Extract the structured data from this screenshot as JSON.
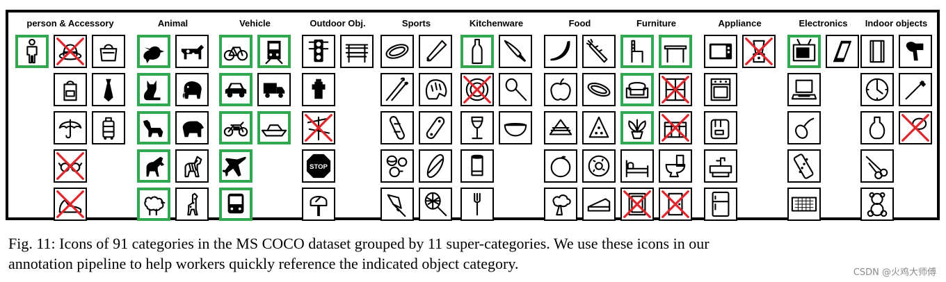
{
  "figure": {
    "groups": [
      {
        "title": "person & Accessory",
        "cols": 3,
        "items": [
          {
            "icon": "person-icon",
            "highlight": true
          },
          {
            "icon": "hat-icon",
            "crossed": true
          },
          {
            "icon": "bag-icon"
          },
          {
            "icon": "empty",
            "skip": true
          },
          {
            "icon": "backpack-icon"
          },
          {
            "icon": "tie-icon"
          },
          {
            "icon": "empty",
            "skip": true
          },
          {
            "icon": "umbrella-icon"
          },
          {
            "icon": "suitcase-icon"
          },
          {
            "icon": "empty",
            "skip": true
          },
          {
            "icon": "eyeglasses-icon",
            "crossed": true
          },
          {
            "icon": "empty",
            "skip": true
          },
          {
            "icon": "empty",
            "skip": true
          },
          {
            "icon": "shoe-icon",
            "crossed": true
          }
        ]
      },
      {
        "title": "Animal",
        "cols": 2,
        "items": [
          {
            "icon": "bird-icon",
            "highlight": true
          },
          {
            "icon": "cow-icon"
          },
          {
            "icon": "cat-icon",
            "highlight": true
          },
          {
            "icon": "elephant-icon"
          },
          {
            "icon": "dog-icon",
            "highlight": true
          },
          {
            "icon": "bear-icon"
          },
          {
            "icon": "horse-icon",
            "highlight": true
          },
          {
            "icon": "zebra-icon"
          },
          {
            "icon": "sheep-icon",
            "highlight": true
          },
          {
            "icon": "giraffe-icon"
          }
        ]
      },
      {
        "title": "Vehicle",
        "cols": 2,
        "items": [
          {
            "icon": "bicycle-icon",
            "highlight": true
          },
          {
            "icon": "train-icon",
            "highlight": true
          },
          {
            "icon": "car-icon",
            "highlight": true
          },
          {
            "icon": "truck-icon"
          },
          {
            "icon": "motorcycle-icon",
            "highlight": true
          },
          {
            "icon": "boat-icon",
            "highlight": true
          },
          {
            "icon": "airplane-icon",
            "highlight": true
          },
          {
            "icon": "empty",
            "skip": true
          },
          {
            "icon": "bus-icon",
            "highlight": true
          }
        ]
      },
      {
        "title": "Outdoor Obj.",
        "cols": 2,
        "items": [
          {
            "icon": "traffic-light-icon"
          },
          {
            "icon": "bench-icon"
          },
          {
            "icon": "fire-hydrant-icon"
          },
          {
            "icon": "empty",
            "skip": true
          },
          {
            "icon": "street-sign-icon",
            "crossed": true
          },
          {
            "icon": "empty",
            "skip": true
          },
          {
            "icon": "stop-sign-icon",
            "text": "STOP"
          },
          {
            "icon": "empty",
            "skip": true
          },
          {
            "icon": "parking-meter-icon"
          }
        ]
      },
      {
        "title": "Sports",
        "cols": 2,
        "items": [
          {
            "icon": "frisbee-icon"
          },
          {
            "icon": "baseball-bat-icon"
          },
          {
            "icon": "skis-icon"
          },
          {
            "icon": "baseball-glove-icon"
          },
          {
            "icon": "snowboard-icon"
          },
          {
            "icon": "skateboard-icon"
          },
          {
            "icon": "sports-ball-icon"
          },
          {
            "icon": "surfboard-icon"
          },
          {
            "icon": "kite-icon"
          },
          {
            "icon": "tennis-racket-icon"
          }
        ]
      },
      {
        "title": "Kitchenware",
        "cols": 2,
        "items": [
          {
            "icon": "bottle-icon",
            "highlight": true
          },
          {
            "icon": "knife-icon"
          },
          {
            "icon": "plate-icon",
            "crossed": true
          },
          {
            "icon": "spoon-icon"
          },
          {
            "icon": "wine-glass-icon"
          },
          {
            "icon": "bowl-icon"
          },
          {
            "icon": "cup-icon"
          },
          {
            "icon": "empty",
            "skip": true
          },
          {
            "icon": "fork-icon"
          }
        ]
      },
      {
        "title": "Food",
        "cols": 2,
        "items": [
          {
            "icon": "banana-icon"
          },
          {
            "icon": "carrot-icon"
          },
          {
            "icon": "apple-icon"
          },
          {
            "icon": "hot-dog-icon"
          },
          {
            "icon": "sandwich-icon"
          },
          {
            "icon": "pizza-icon"
          },
          {
            "icon": "orange-icon"
          },
          {
            "icon": "donut-icon"
          },
          {
            "icon": "broccoli-icon"
          },
          {
            "icon": "cake-icon"
          }
        ]
      },
      {
        "title": "Furniture",
        "cols": 2,
        "items": [
          {
            "icon": "chair-icon",
            "highlight": true
          },
          {
            "icon": "dining-table-icon",
            "highlight": true
          },
          {
            "icon": "couch-icon",
            "highlight": true
          },
          {
            "icon": "window-icon",
            "crossed": true
          },
          {
            "icon": "potted-plant-icon",
            "highlight": true
          },
          {
            "icon": "desk-icon",
            "crossed": true
          },
          {
            "icon": "bed-icon"
          },
          {
            "icon": "toilet-icon"
          },
          {
            "icon": "mirror-icon",
            "crossed": true
          },
          {
            "icon": "door-icon",
            "crossed": true
          }
        ]
      },
      {
        "title": "Appliance",
        "cols": 2,
        "items": [
          {
            "icon": "microwave-icon"
          },
          {
            "icon": "blender-icon",
            "crossed": true
          },
          {
            "icon": "oven-icon"
          },
          {
            "icon": "empty",
            "skip": true
          },
          {
            "icon": "toaster-icon"
          },
          {
            "icon": "empty",
            "skip": true
          },
          {
            "icon": "sink-icon"
          },
          {
            "icon": "empty",
            "skip": true
          },
          {
            "icon": "refrigerator-icon"
          }
        ]
      },
      {
        "title": "Electronics",
        "cols": 2,
        "items": [
          {
            "icon": "tv-icon",
            "highlight": true
          },
          {
            "icon": "cell-phone-icon"
          },
          {
            "icon": "laptop-icon"
          },
          {
            "icon": "empty",
            "skip": true
          },
          {
            "icon": "mouse-icon"
          },
          {
            "icon": "empty",
            "skip": true
          },
          {
            "icon": "remote-icon"
          },
          {
            "icon": "empty",
            "skip": true
          },
          {
            "icon": "keyboard-icon"
          }
        ]
      },
      {
        "title": "Indoor objects",
        "cols": 2,
        "items": [
          {
            "icon": "book-icon"
          },
          {
            "icon": "hair-drier-icon"
          },
          {
            "icon": "clock-icon"
          },
          {
            "icon": "toothbrush-icon"
          },
          {
            "icon": "vase-icon"
          },
          {
            "icon": "hairbrush-icon",
            "crossed": true
          },
          {
            "icon": "scissors-icon"
          },
          {
            "icon": "empty",
            "skip": true
          },
          {
            "icon": "teddy-bear-icon"
          }
        ]
      }
    ],
    "colors": {
      "highlight": "#2fa84f",
      "cross": "#e0262b"
    }
  },
  "caption": {
    "line1": "Fig. 11: Icons of 91 categories in the MS COCO dataset grouped by 11 super-categories. We use these icons in our",
    "line2": "annotation pipeline to help workers quickly reference the indicated object category."
  },
  "watermark": "CSDN @火鸡大师傅"
}
